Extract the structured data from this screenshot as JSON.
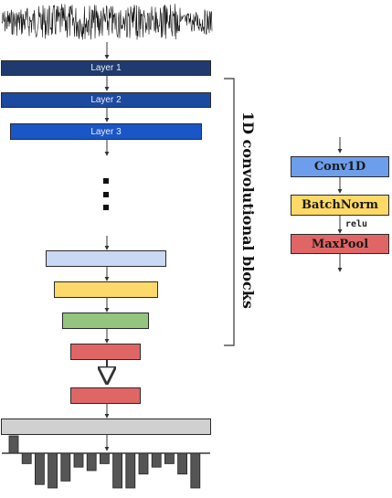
{
  "layers": [
    {
      "label": "Layer 1",
      "color": "#1f3a6e"
    },
    {
      "label": "Layer 2",
      "color": "#1c4aa0"
    },
    {
      "label": "Layer 3",
      "color": "#1a56c8"
    }
  ],
  "block_colors": {
    "conv": "#c9d8f3",
    "batchnorm": "#fdd96b",
    "relu_block": "#95c47e",
    "maxpool": "#e06666",
    "dense": "#e06666",
    "flatten": "#d0d0d0",
    "output_bars": "#555555"
  },
  "side_title": "1D convolutional blocks",
  "legend": {
    "conv_label": "Conv1D",
    "conv_color": "#6d9eeb",
    "batchnorm_label": "BatchNorm",
    "batchnorm_color": "#ffd966",
    "activation_label": "relu",
    "maxpool_label": "MaxPool",
    "maxpool_color": "#e06666"
  },
  "output_values": [
    0.5,
    -0.3,
    -0.9,
    -1.0,
    -0.8,
    -0.4,
    -0.5,
    -0.3,
    -1.0,
    -1.0,
    -0.6,
    -0.4,
    -0.3,
    -0.6,
    -1.0
  ]
}
